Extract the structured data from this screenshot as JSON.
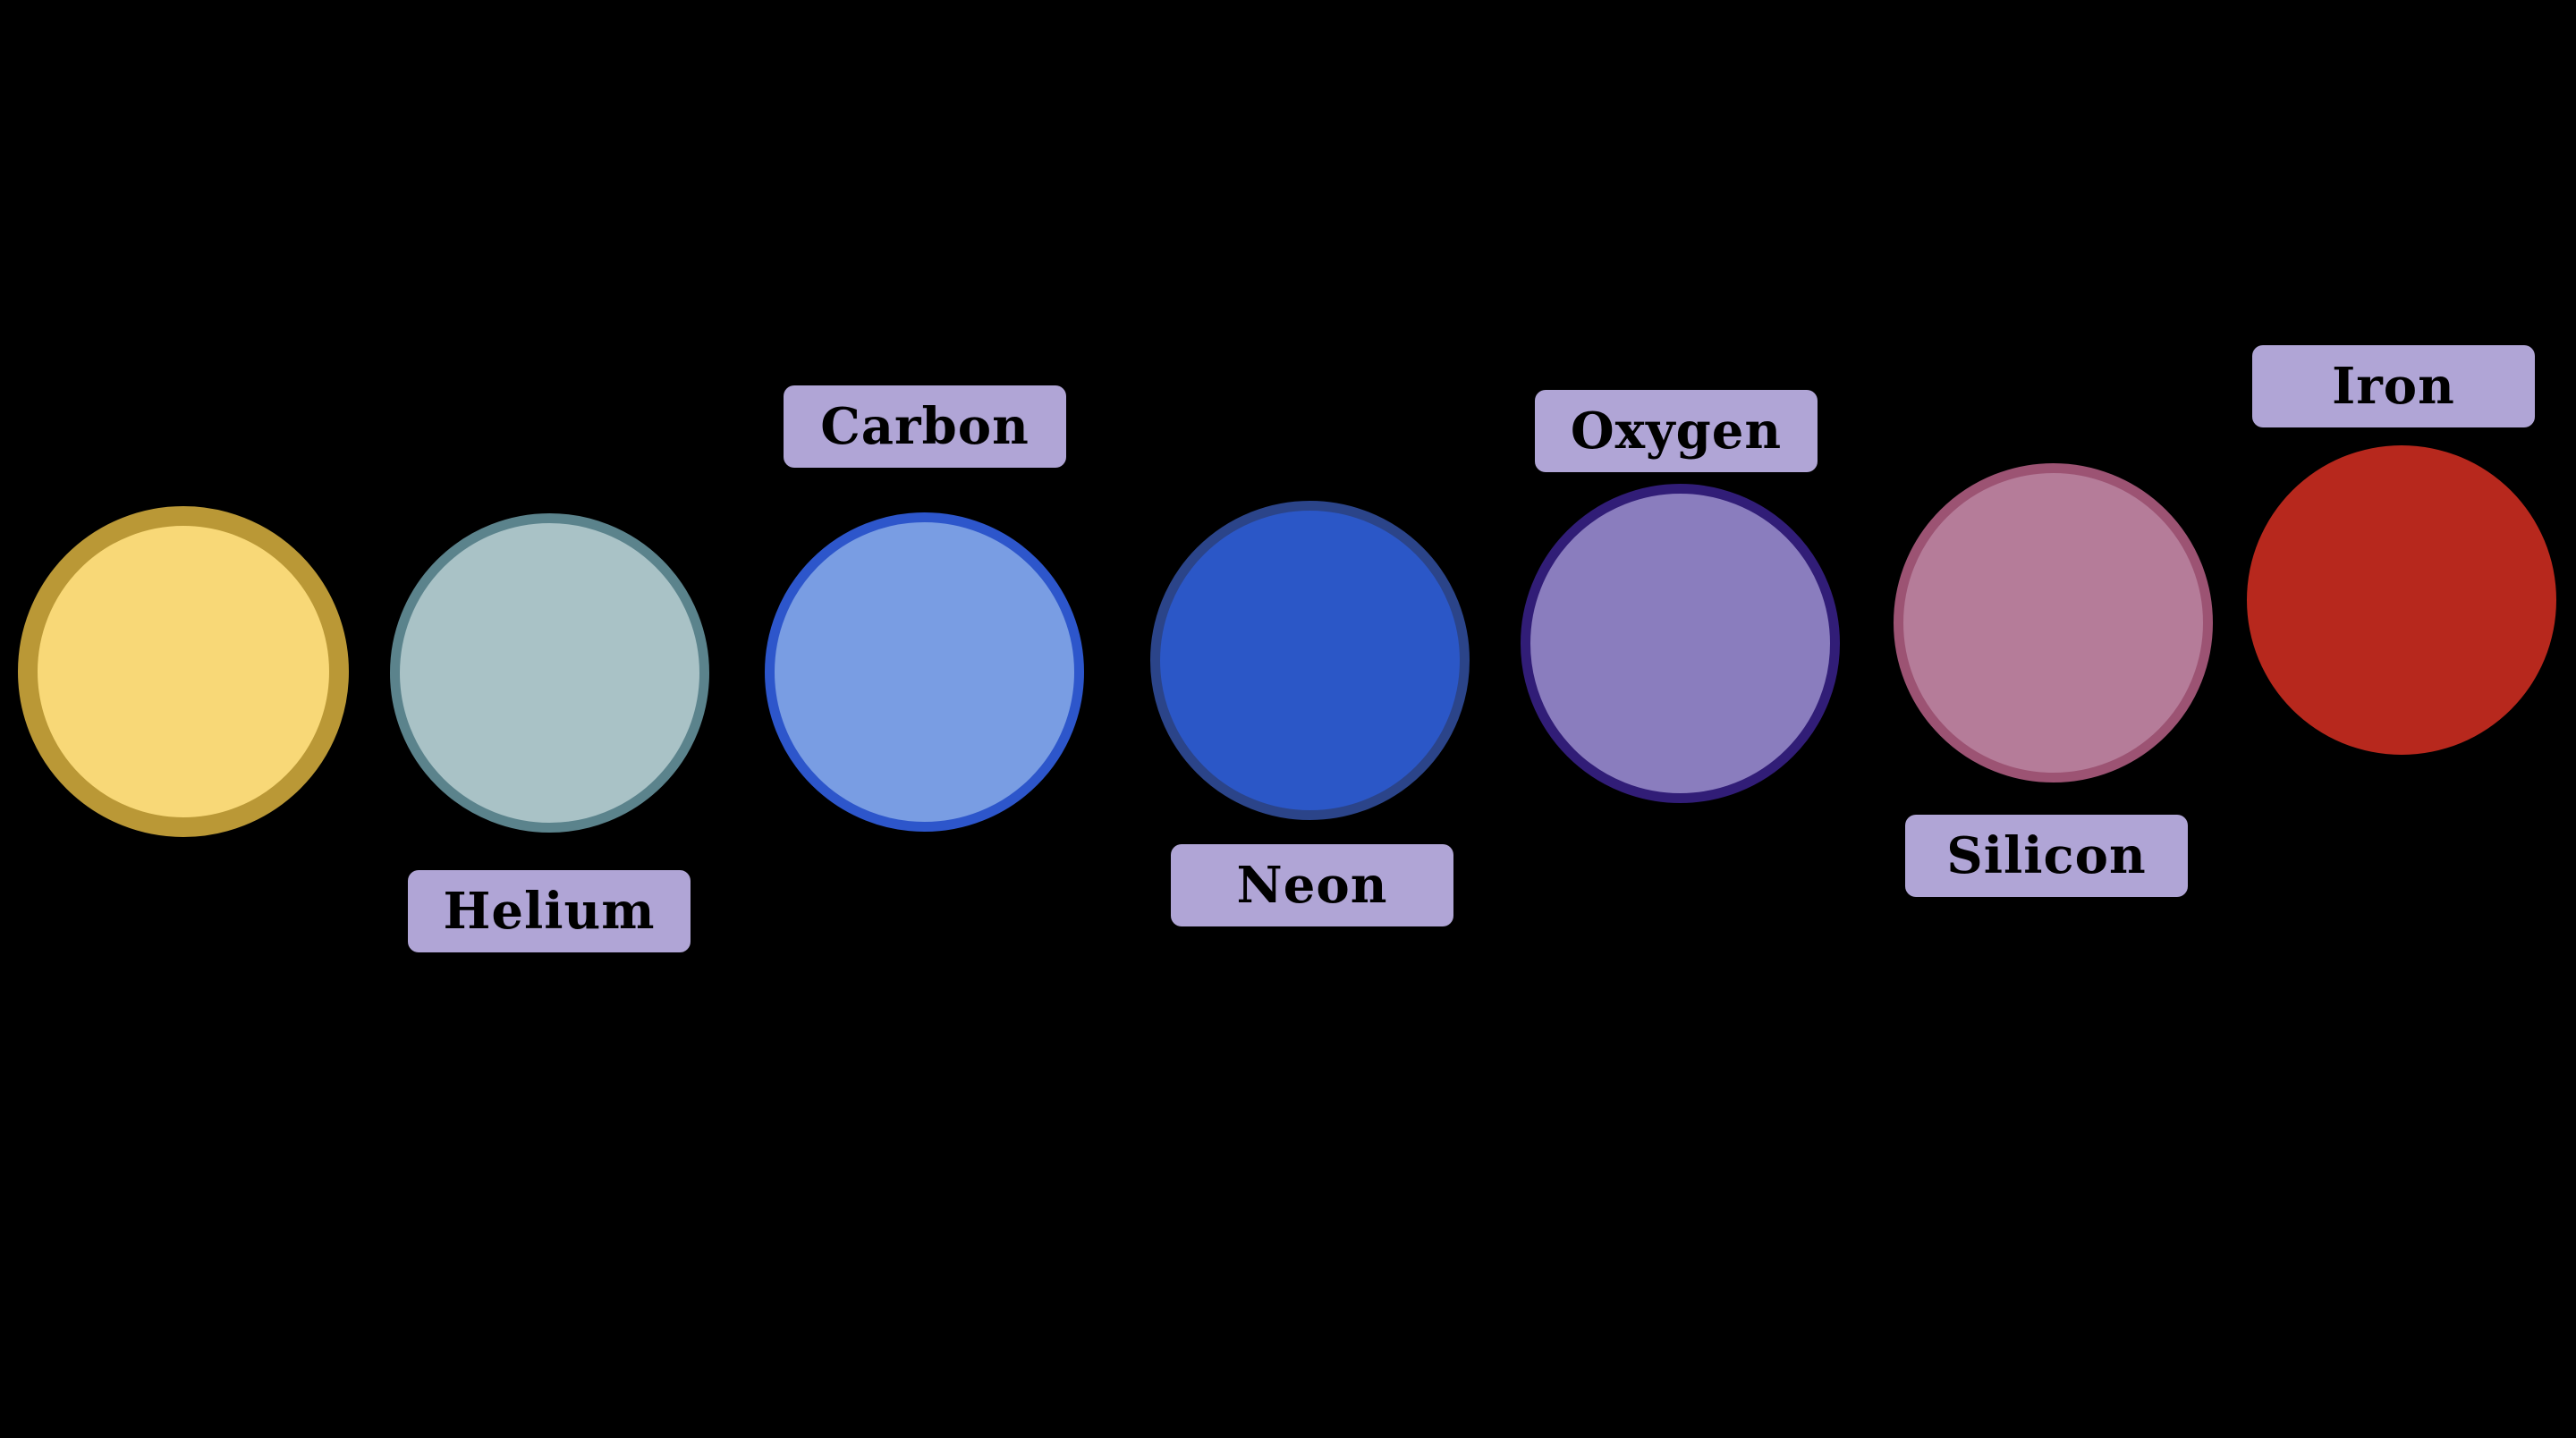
{
  "background_color": "#000000",
  "label_style": {
    "background_color": "#b0a5d6",
    "text_color": "#000000"
  },
  "elements": [
    {
      "name": "",
      "fill_color": "#f8d877",
      "ring_color": "#ba9836"
    },
    {
      "name": "Helium",
      "fill_color": "#a9c2c6",
      "ring_color": "#5b838c"
    },
    {
      "name": "Carbon",
      "fill_color": "#799de3",
      "ring_color": "#2d56cb"
    },
    {
      "name": "Neon",
      "fill_color": "#2b57c7",
      "ring_color": "#2b4489"
    },
    {
      "name": "Oxygen",
      "fill_color": "#8a7dbe",
      "ring_color": "#311d77"
    },
    {
      "name": "Silicon",
      "fill_color": "#b57c99",
      "ring_color": "#9c5373"
    },
    {
      "name": "Iron",
      "fill_color": "#b7281d",
      "ring_color": "#b7281d"
    }
  ]
}
